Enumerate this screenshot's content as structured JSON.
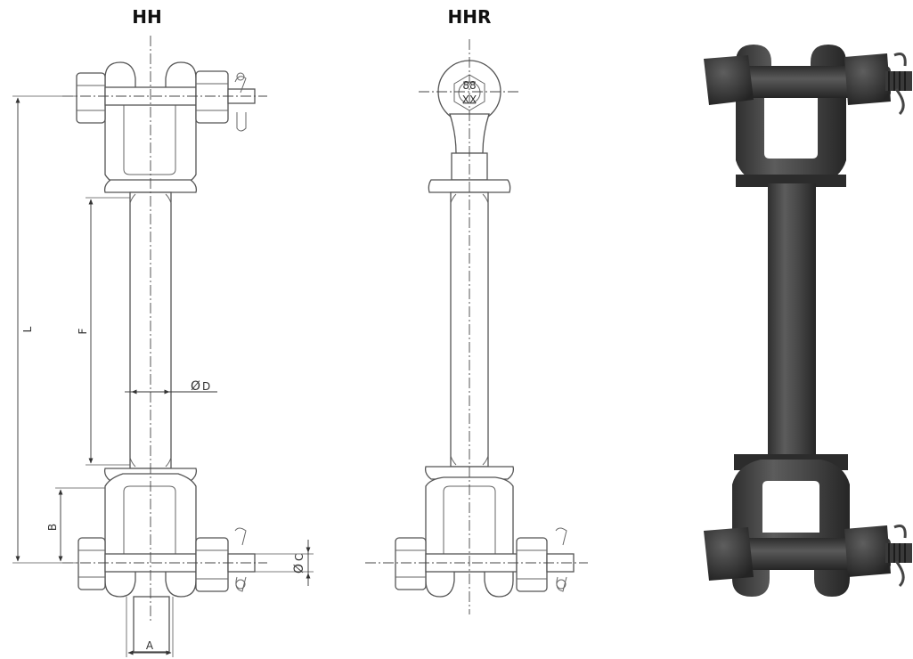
{
  "views": {
    "hh": {
      "title": "HH"
    },
    "hhr": {
      "title": "HHR"
    }
  },
  "dimensions": {
    "L": "L",
    "F": "F",
    "B": "B",
    "A": "A",
    "C": "C",
    "D": "D",
    "dia_symbol": "Ø"
  },
  "colors": {
    "drawing_stroke": "#555555",
    "metal_dark": "#3a3a3a",
    "metal_mid": "#5a5a5a",
    "metal_light": "#7a7a7a"
  }
}
